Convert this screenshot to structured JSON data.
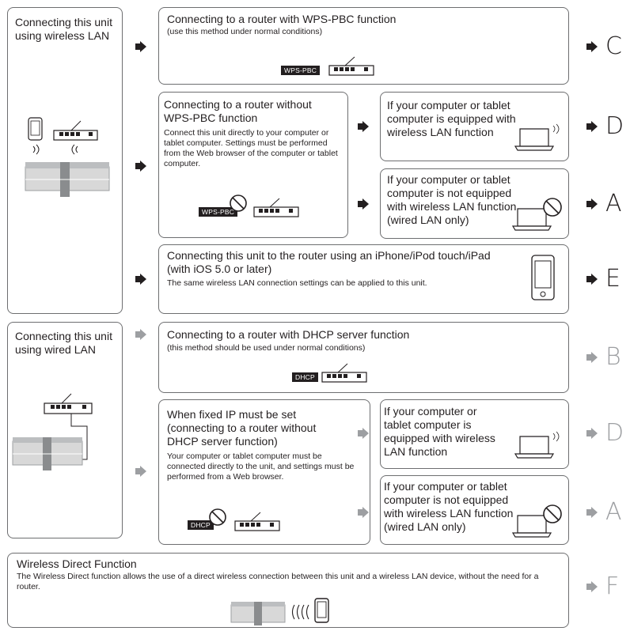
{
  "left_wireless": {
    "title": "Connecting this unit using wireless LAN"
  },
  "left_wired": {
    "title": "Connecting this unit using wired LAN"
  },
  "wps": {
    "title": "Connecting to a router with WPS-PBC function",
    "note": "(use this method under normal conditions)",
    "tag": "WPS-PBC",
    "letter": "C"
  },
  "no_wps": {
    "title": "Connecting to a router without WPS-PBC function",
    "desc": "Connect this unit directly to your computer or tablet computer. Settings must be performed from the Web browser of the computer or tablet computer.",
    "tag": "WPS-PBC",
    "opt1": "If your computer or tablet computer is equipped with wireless LAN function",
    "opt1_letter": "D",
    "opt2": "If your computer or tablet computer is not equipped with wireless LAN function (wired LAN only)",
    "opt2_letter": "A"
  },
  "ios": {
    "title": "Connecting this unit to the router using an iPhone/iPod touch/iPad (with iOS 5.0 or later)",
    "desc": "The same wireless LAN connection settings can be applied to this unit.",
    "letter": "E"
  },
  "dhcp": {
    "title": "Connecting to a router with DHCP server function",
    "note": "(this method should be used under normal conditions)",
    "tag": "DHCP",
    "letter": "B"
  },
  "fixed_ip": {
    "title": "When fixed IP must be set (connecting to a router without DHCP server function)",
    "desc": "Your computer or tablet computer must be connected directly to the unit, and settings must be performed from a Web browser.",
    "tag": "DHCP",
    "opt1": "If your computer or tablet computer is equipped with wireless LAN function",
    "opt1_letter": "D",
    "opt2": "If your computer or tablet computer is not equipped with wireless LAN function (wired LAN only)",
    "opt2_letter": "A"
  },
  "direct": {
    "title": "Wireless Direct Function",
    "desc": "The Wireless Direct function allows the use of a direct wireless connection between this unit and a wireless LAN device, without the need for a router.",
    "letter": "F"
  },
  "colors": {
    "dark": "#231f20",
    "gray": "#9d9fa2",
    "border": "#6d6e70"
  }
}
